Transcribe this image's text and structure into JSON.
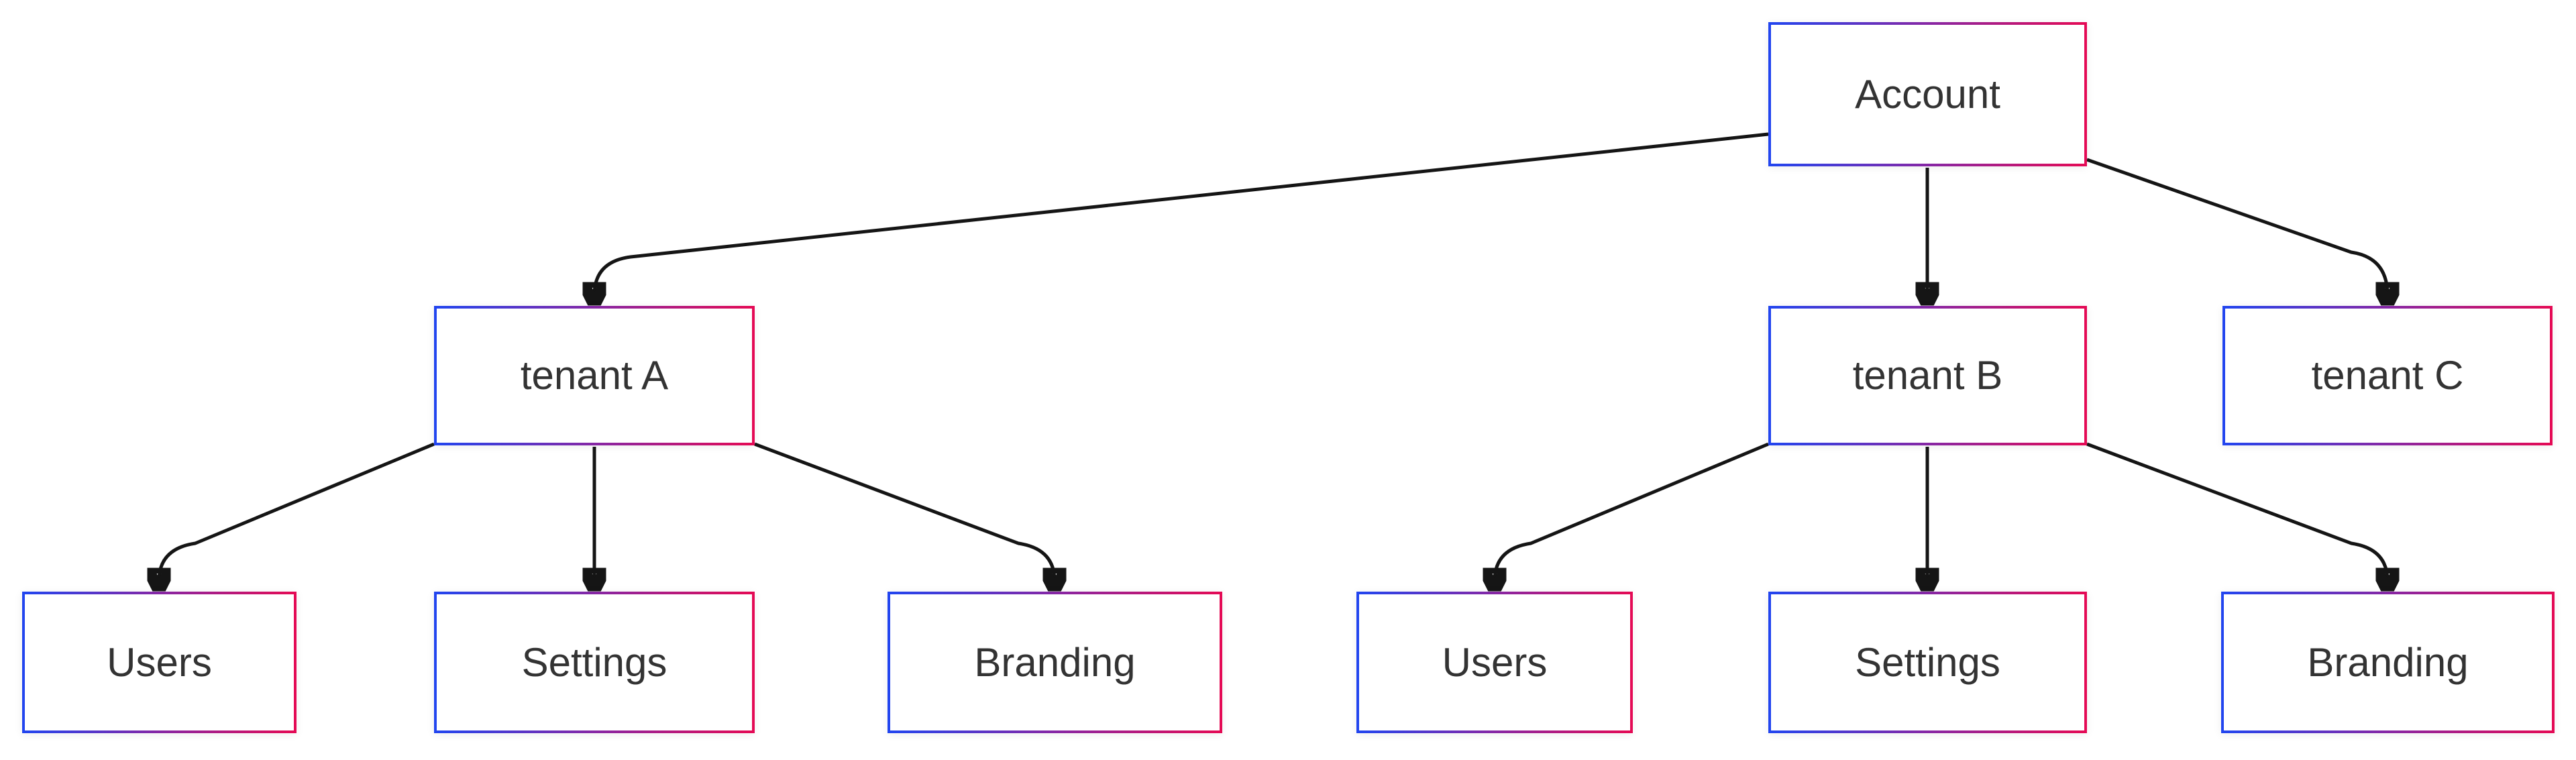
{
  "diagram": {
    "type": "flowchart-tree",
    "nodes": {
      "account": {
        "label": "Account"
      },
      "tenant_a": {
        "label": "tenant A"
      },
      "tenant_b": {
        "label": "tenant B"
      },
      "tenant_c": {
        "label": "tenant C"
      },
      "users_a": {
        "label": "Users"
      },
      "settings_a": {
        "label": "Settings"
      },
      "branding_a": {
        "label": "Branding"
      },
      "users_b": {
        "label": "Users"
      },
      "settings_b": {
        "label": "Settings"
      },
      "branding_b": {
        "label": "Branding"
      }
    },
    "edges": [
      {
        "from": "account",
        "to": "tenant_a"
      },
      {
        "from": "account",
        "to": "tenant_b"
      },
      {
        "from": "account",
        "to": "tenant_c"
      },
      {
        "from": "tenant_a",
        "to": "users_a"
      },
      {
        "from": "tenant_a",
        "to": "settings_a"
      },
      {
        "from": "tenant_a",
        "to": "branding_a"
      },
      {
        "from": "tenant_b",
        "to": "users_b"
      },
      {
        "from": "tenant_b",
        "to": "settings_b"
      },
      {
        "from": "tenant_b",
        "to": "branding_b"
      }
    ],
    "colors": {
      "border_gradient_start": "#2245ef",
      "border_gradient_mid": "#8627a5",
      "border_gradient_end": "#e40a55",
      "node_fill": "#ffffff",
      "edge": "#151515",
      "text": "#333333",
      "background": "#ffffff"
    }
  }
}
